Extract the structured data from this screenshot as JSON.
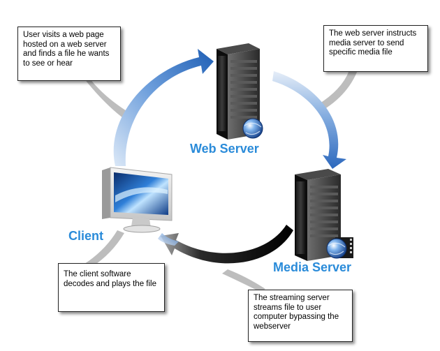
{
  "nodes": {
    "web_server": "Web Server",
    "media_server": "Media Server",
    "client": "Client"
  },
  "callouts": {
    "visit": "User visits a web page hosted on a web server and finds a file he wants to see or hear",
    "instruct": "The web server instructs media server to send specific media file",
    "client_plays": "The client software decodes and plays the file",
    "streams": "The streaming server streams file to user computer bypassing the webserver"
  },
  "colors": {
    "label_blue": "#2a8bd9",
    "arrow_blue": "#2f6fc0",
    "arrow_dark": "#0a0a0a",
    "connector_gray": "#b9b9b9"
  },
  "icons": {
    "web_server": "server-tower-icon",
    "media_server": "media-server-tower-icon",
    "client": "desktop-computer-icon",
    "globe": "globe-icon",
    "film": "film-strip-icon"
  }
}
